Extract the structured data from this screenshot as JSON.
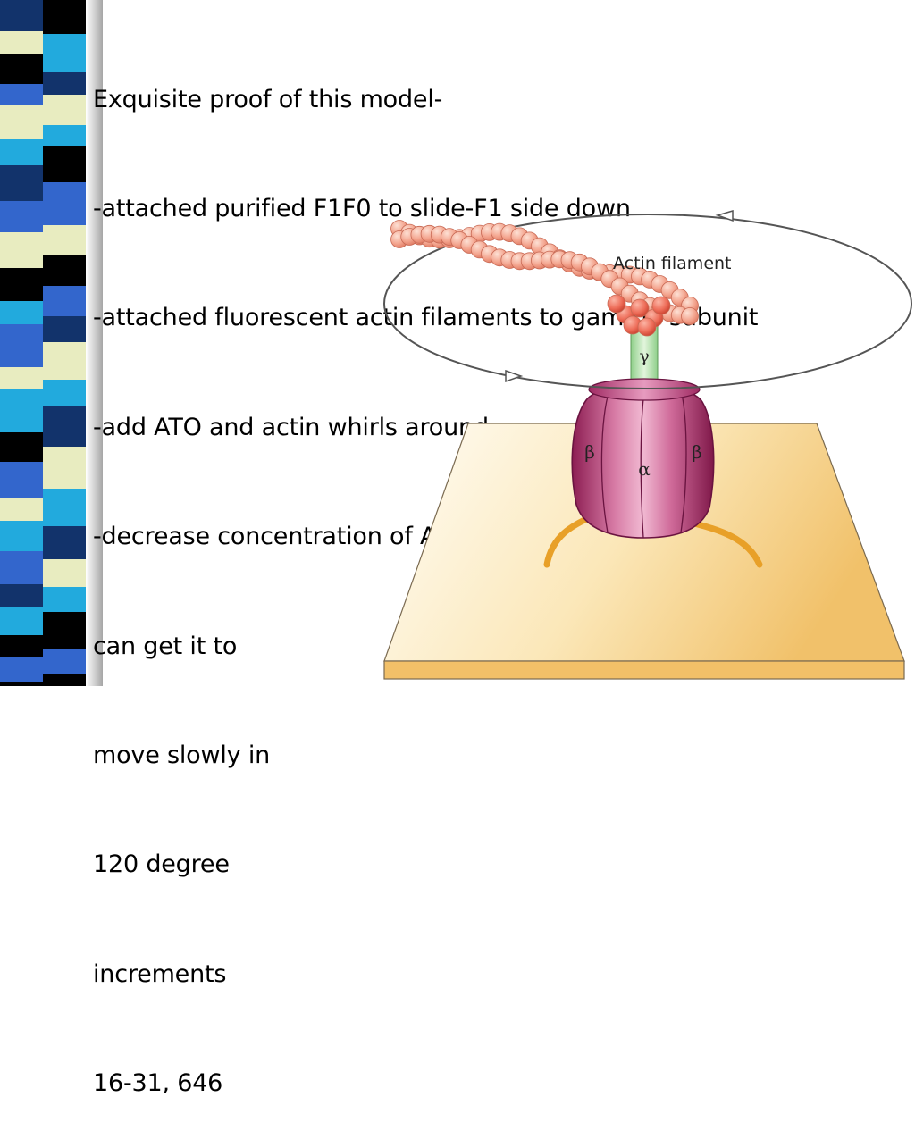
{
  "slide": {
    "lines": [
      "Exquisite proof of this model-",
      "-attached purified F1F0 to slide-F1 side down",
      "-attached fluorescent actin filaments to gamma subunit",
      "-add ATO and actin whirls around",
      "-decrease concentration of ATP gradually, and you",
      "can get it to",
      "move slowly in",
      "120 degree",
      "increments",
      "16-31, 646"
    ]
  },
  "figure": {
    "actin_label": "Actin filament",
    "gamma_label": "γ",
    "beta_left_label": "β",
    "alpha_label": "α",
    "beta_right_label": "β"
  },
  "colors": {
    "strip_blue": "#3366cc",
    "strip_navy": "#12336b",
    "strip_cyan": "#22aadd",
    "strip_cream": "#e8ecc0",
    "strip_black": "#000000",
    "actin_bead": "#f4a690",
    "motor_magenta": "#b3306f",
    "gamma_green": "#b8e0b0",
    "slide_yellow": "#f8dc9a",
    "lipid_tail": "#e8a028"
  }
}
